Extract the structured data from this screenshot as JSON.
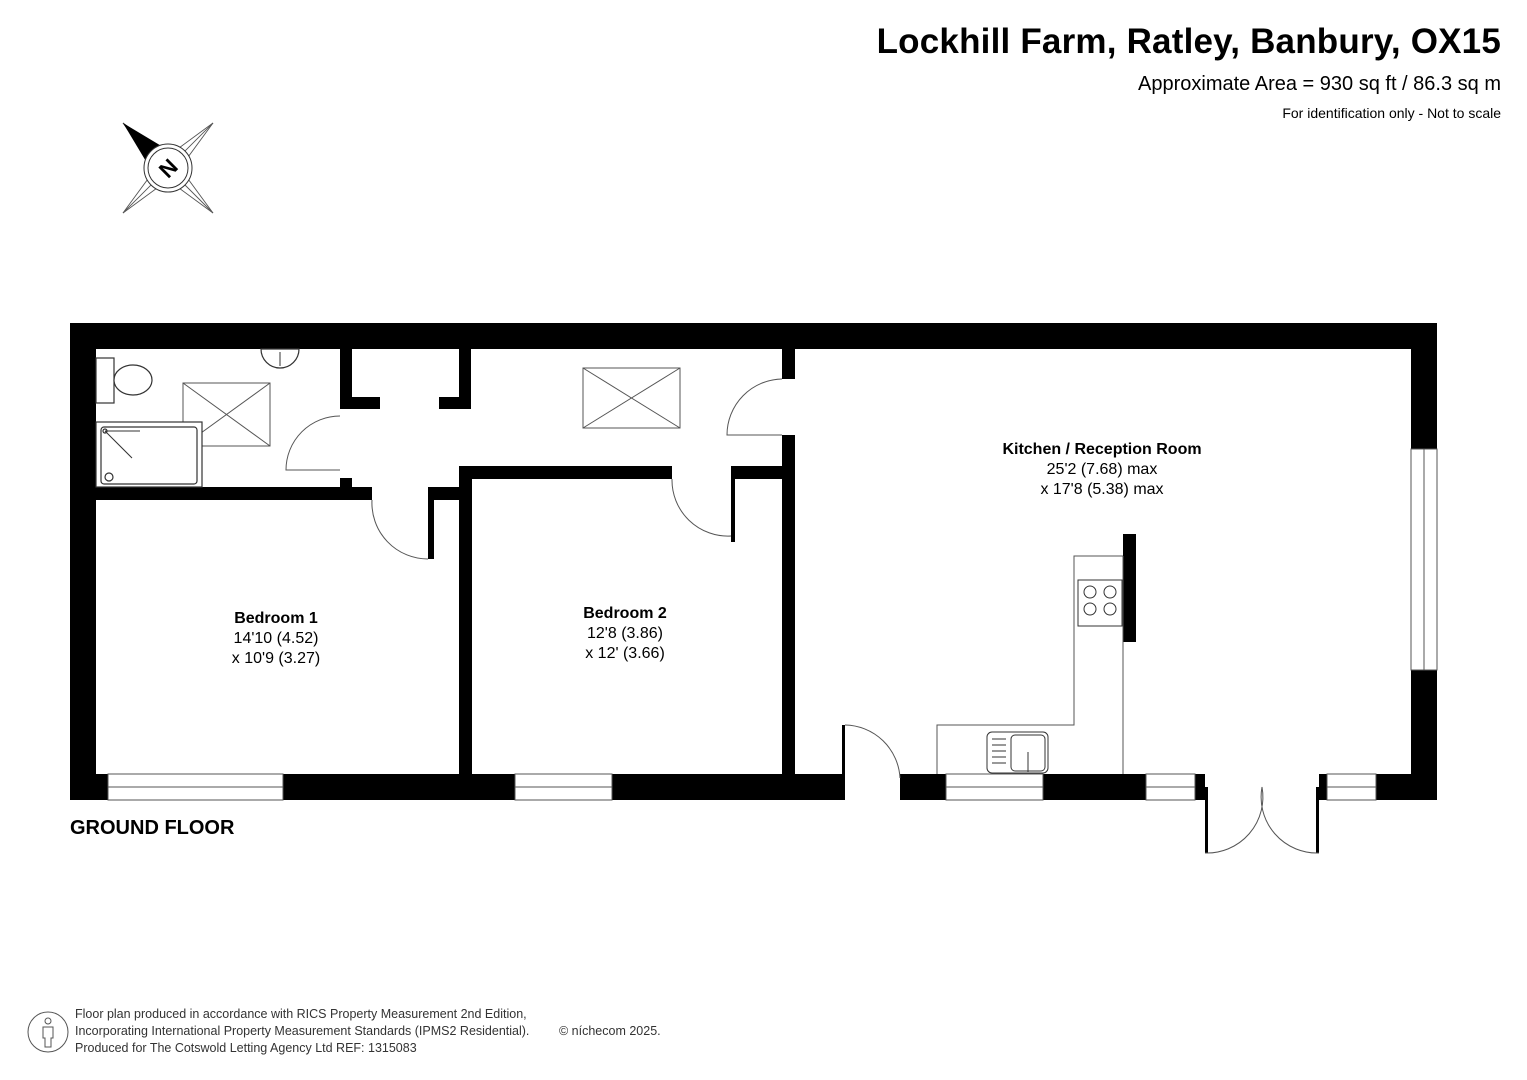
{
  "header": {
    "title": "Lockhill Farm, Ratley, Banbury, OX15",
    "area": "Approximate Area = 930 sq ft / 86.3 sq m",
    "disclaimer": "For identification only - Not to scale"
  },
  "compass": {
    "icon": "north-compass-icon",
    "label": "N"
  },
  "floor": {
    "label": "GROUND FLOOR"
  },
  "rooms": [
    {
      "name": "Bedroom 1",
      "dim1": "14'10 (4.52)",
      "dim2": "x 10'9 (3.27)"
    },
    {
      "name": "Bedroom 2",
      "dim1": "12'8 (3.86)",
      "dim2": "x 12' (3.66)"
    },
    {
      "name": "Kitchen / Reception Room",
      "dim1": "25'2 (7.68) max",
      "dim2": "x 17'8 (5.38) max"
    }
  ],
  "footer": {
    "line1": "Floor plan produced in accordance with RICS Property Measurement 2nd Edition,",
    "line2": "Incorporating International Property Measurement Standards (IPMS2 Residential).",
    "line3": "Produced for The Cotswold Letting Agency Ltd  REF: 1315083",
    "copyright": "© níchecom 2025."
  },
  "colors": {
    "wall": "#000000",
    "line": "#555555",
    "background": "#ffffff"
  }
}
